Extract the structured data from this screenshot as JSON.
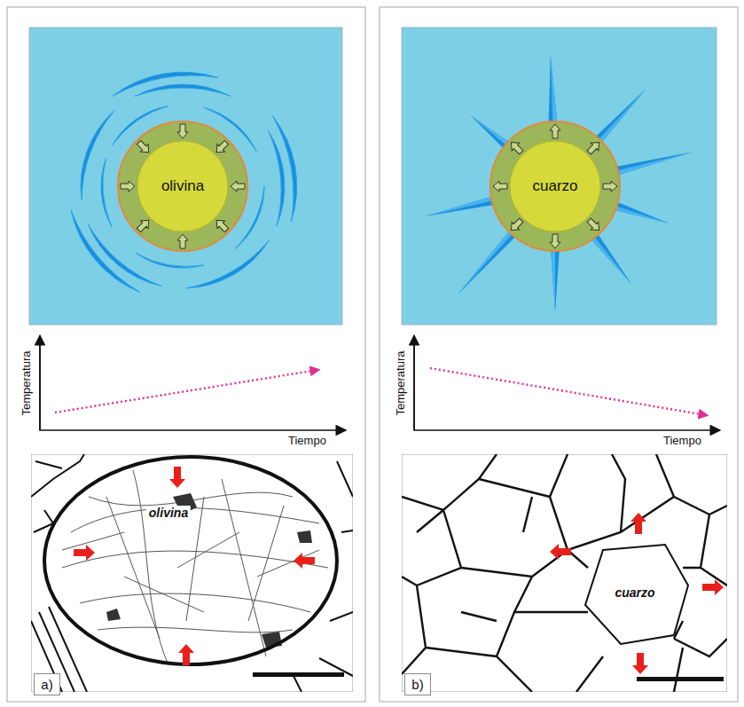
{
  "diagram": {
    "nodes": [
      {
        "text": [
          "olivina"
        ]
      },
      {
        "text": [
          "cuarzo"
        ]
      },
      {
        "text": [
          "a)"
        ]
      },
      {
        "text": [
          "b)"
        ]
      }
    ],
    "labels": [
      "Temperatura",
      "Tiempo",
      "Temperatura",
      "Tiempo",
      "olivina",
      "cuarzo"
    ]
  }
}
